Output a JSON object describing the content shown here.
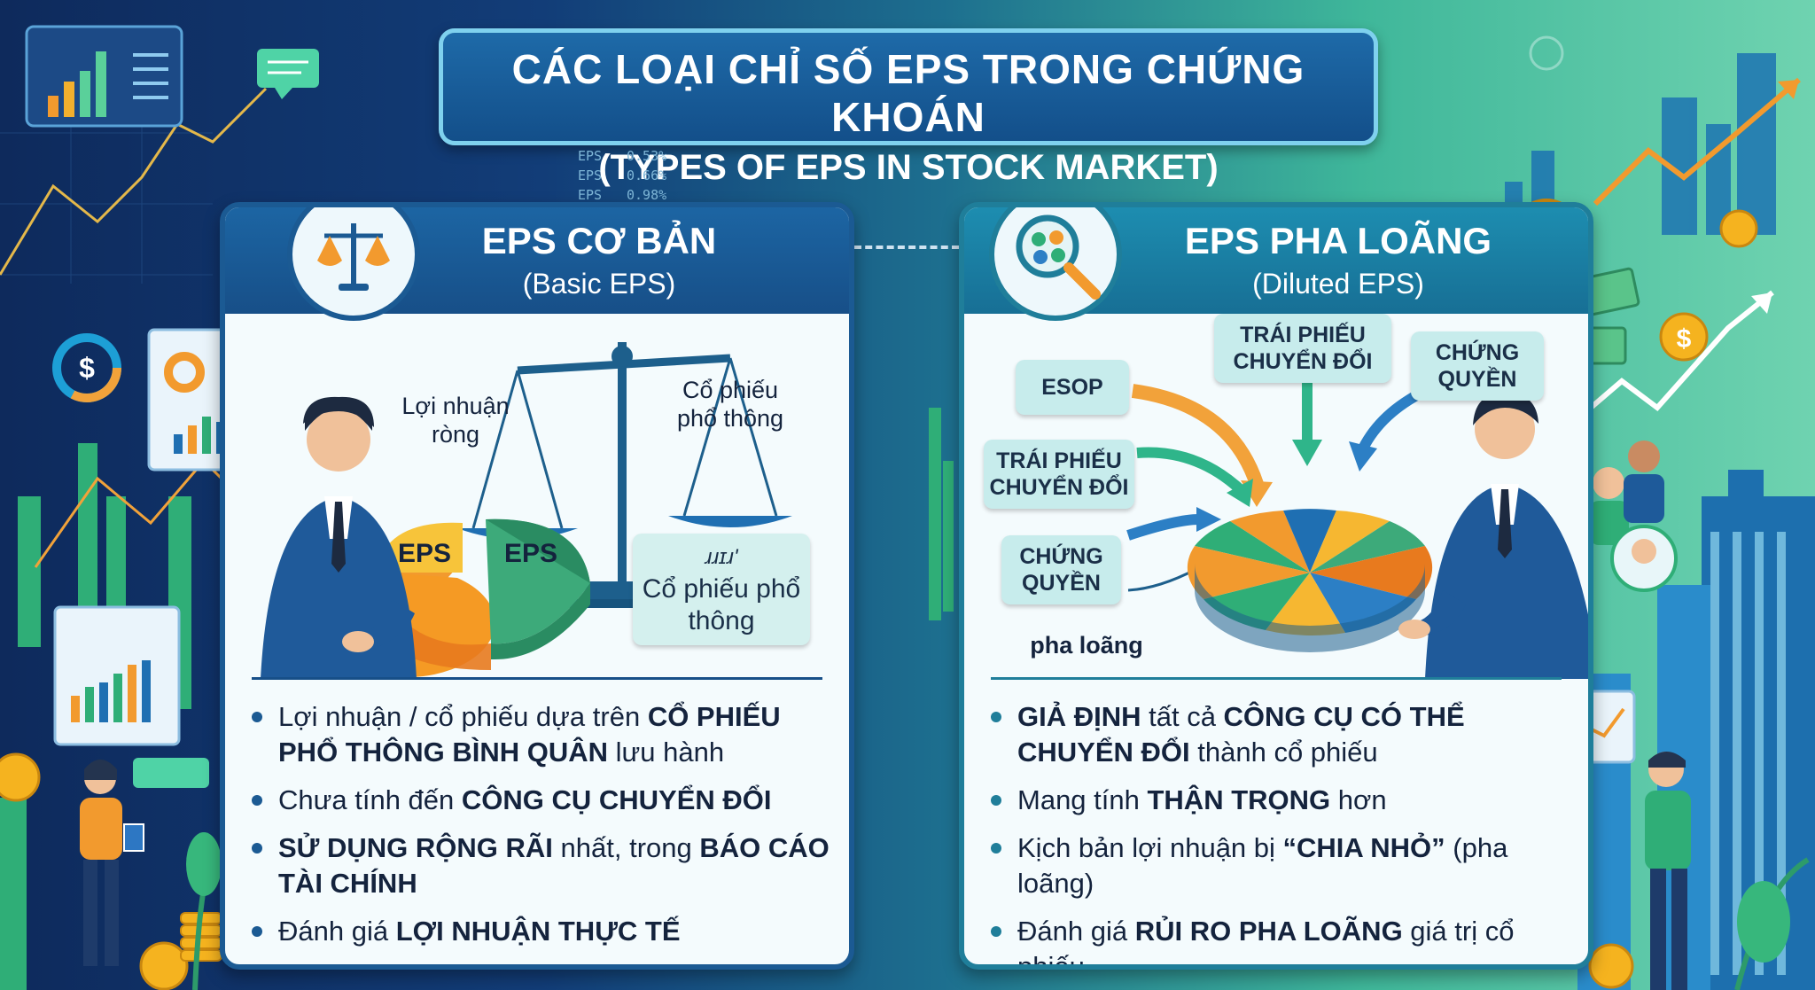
{
  "title": {
    "line1": "CÁC LOẠI CHỈ SỐ EPS TRONG CHỨNG KHOÁN",
    "line2": "(TYPES OF EPS IN STOCK MARKET)"
  },
  "ticker": [
    {
      "label": "EPS",
      "value": "0.53%"
    },
    {
      "label": "EPS",
      "value": "0.66%"
    },
    {
      "label": "EPS",
      "value": "0.98%"
    }
  ],
  "basic": {
    "title": "EPS CƠ BẢN",
    "subtitle": "(Basic EPS)",
    "scale_left": "Lợi nhuận ròng",
    "scale_right": "Cổ phiếu phổ thông",
    "pie_label_1": "EPS",
    "pie_label_2": "EPS",
    "sign_scribble": "ɹɹɪɹ'",
    "sign_text": "Cổ phiếu phổ thông",
    "bullets": [
      {
        "pre": "Lợi nhuận / cổ phiếu dựa trên ",
        "bold1": "CỔ PHIẾU PHỔ THÔNG BÌNH QUÂN",
        "mid": " lưu hành",
        "bold2": "",
        "post": ""
      },
      {
        "pre": "Chưa tính đến ",
        "bold1": "CÔNG CỤ CHUYỂN ĐỔI",
        "mid": "",
        "bold2": "",
        "post": ""
      },
      {
        "pre": "",
        "bold1": "SỬ DỤNG RỘNG RÃI",
        "mid": " nhất, trong ",
        "bold2": "BÁO CÁO TÀI CHÍNH",
        "post": ""
      },
      {
        "pre": "Đánh giá ",
        "bold1": "LỢI NHUẬN THỰC TẾ",
        "mid": "",
        "bold2": "",
        "post": ""
      }
    ]
  },
  "diluted": {
    "title": "EPS PHA LOÃNG",
    "subtitle": "(Diluted EPS)",
    "chip_esop": "ESOP",
    "chip_bond_top": "TRÁI PHIẾU CHUYỂN ĐỔI",
    "chip_warrant_top": "CHỨNG QUYỀN",
    "chip_bond_left": "TRÁI PHIẾU CHUYỂN ĐỔI",
    "chip_warrant_left": "CHỨNG QUYỀN",
    "dilution_label": "pha loãng",
    "bullets": [
      {
        "pre": "",
        "bold1": "GIẢ ĐỊNH",
        "mid": " tất cả ",
        "bold2": "CÔNG CỤ CÓ THỂ CHUYỂN ĐỔI",
        "post": " thành cổ phiếu"
      },
      {
        "pre": "Mang tính ",
        "bold1": "THẬN TRỌNG",
        "mid": " hơn",
        "bold2": "",
        "post": ""
      },
      {
        "pre": "Kịch bản lợi nhuận bị ",
        "bold1": "“CHIA NHỎ”",
        "mid": " (pha loãng)",
        "bold2": "",
        "post": ""
      },
      {
        "pre": "Đánh giá ",
        "bold1": "RỦI RO PHA LOÃNG",
        "mid": " giá trị cổ phiếu",
        "bold2": "",
        "post": ""
      }
    ]
  },
  "colors": {
    "navy": "#174f88",
    "teal": "#1f7e9a",
    "orange": "#f4a130",
    "green": "#3daa7a",
    "gold": "#f5b31f"
  },
  "icons": [
    "balance-scale-icon",
    "magnifier-icon",
    "dollar-coin-icon",
    "bar-chart-icon"
  ]
}
